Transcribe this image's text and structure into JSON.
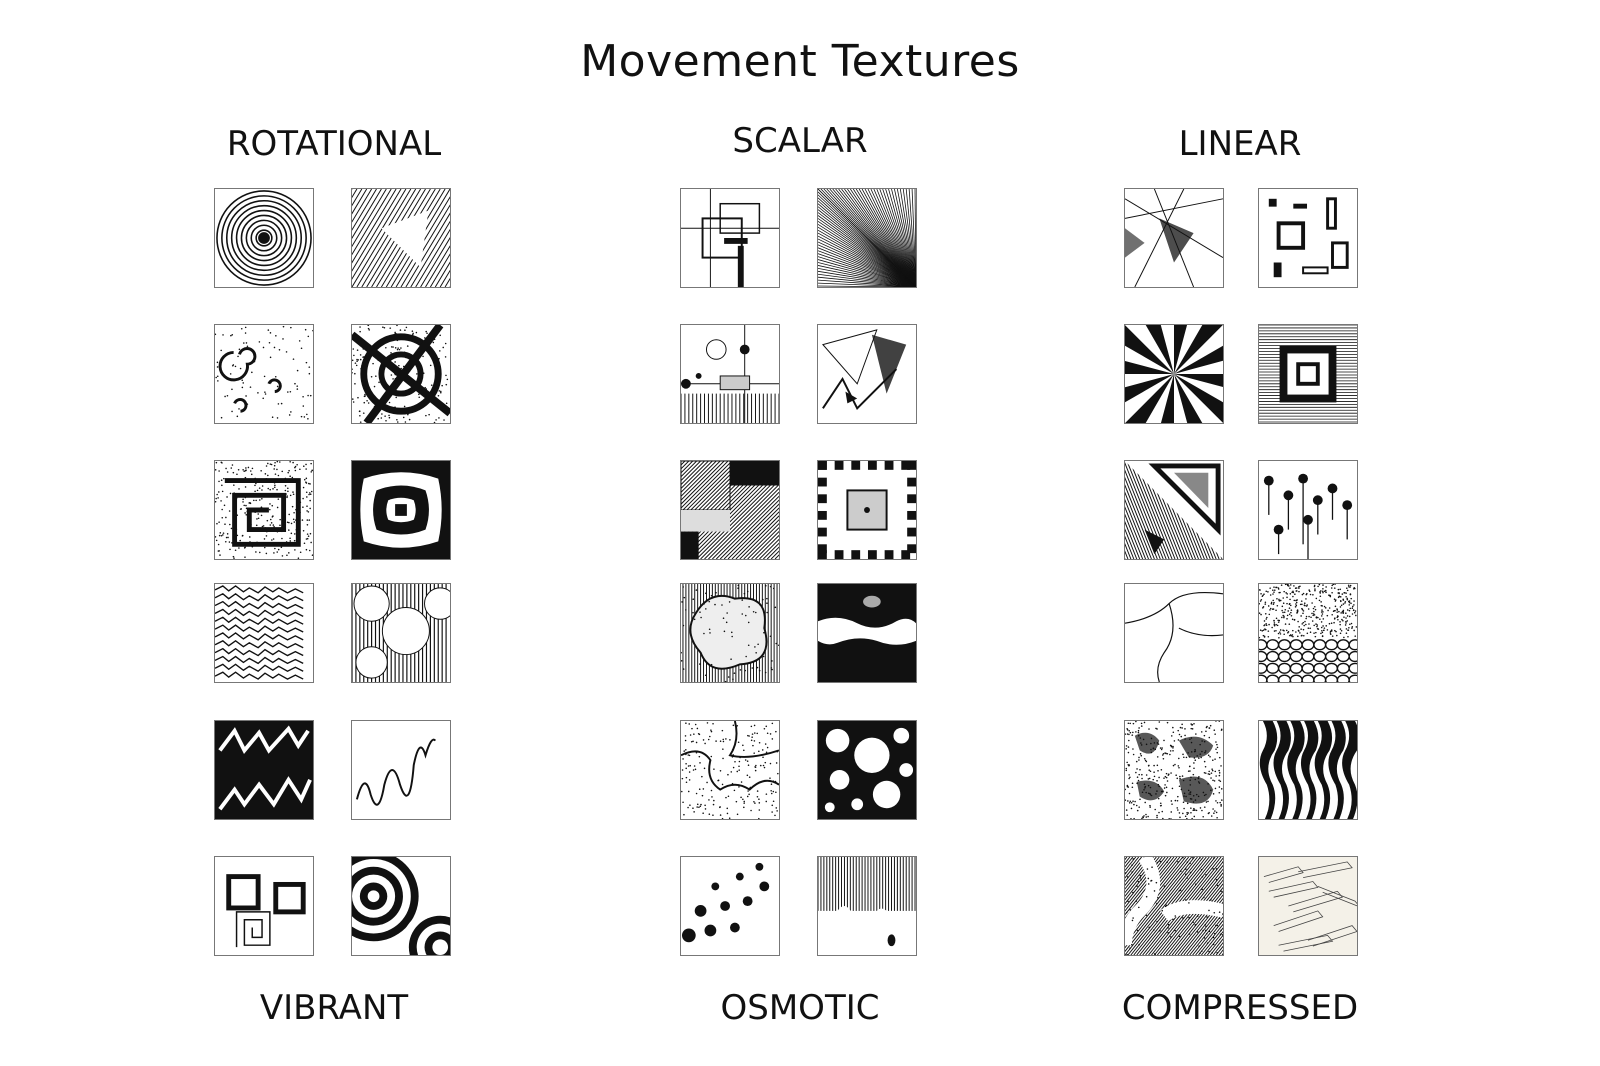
{
  "title": "Movement Textures",
  "columns": {
    "left": {
      "top_label": "ROTATIONAL",
      "bottom_label": "VIBRANT"
    },
    "middle": {
      "top_label": "SCALAR",
      "bottom_label": "OSMOTIC"
    },
    "right": {
      "top_label": "LINEAR",
      "bottom_label": "COMPRESSED"
    }
  }
}
